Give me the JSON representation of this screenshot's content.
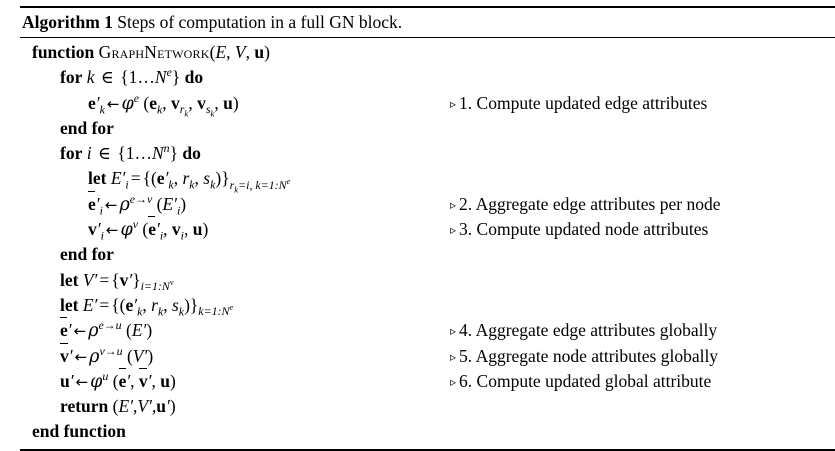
{
  "algorithm": {
    "label": "Algorithm 1",
    "caption": "Steps of computation in a full GN block.",
    "keywords": {
      "function": "function",
      "for": "for",
      "do": "do",
      "end_for": "end for",
      "end_function": "end function",
      "let": "let",
      "return": "return",
      "in": "∈",
      "assign": "←",
      "equals": "=",
      "triangle": "▹",
      "dots": "…"
    },
    "procedure": {
      "name": "GraphNetwork",
      "args": "(E, V, u)"
    },
    "lines": [
      {
        "id": "function-header",
        "text": "function GraphNetwork(E, V, u)",
        "comment": ""
      },
      {
        "id": "for-k",
        "text": "for k ∈ {1…Nᵉ} do",
        "comment": ""
      },
      {
        "id": "edge-update",
        "text": "e′ₖ ← φᵉ (eₖ, v_{rₖ}, v_{sₖ}, u)",
        "comment": "1. Compute updated edge attributes"
      },
      {
        "id": "end-for-k",
        "text": "end for",
        "comment": ""
      },
      {
        "id": "for-i",
        "text": "for i ∈ {1…Nⁿ} do",
        "comment": ""
      },
      {
        "id": "let-Ei",
        "text": "let E′ᵢ = {(e′ₖ, rₖ, sₖ)}_{rₖ=i, k=1:Nᵉ}",
        "comment": ""
      },
      {
        "id": "edge-aggregate-node",
        "text": "ē′ᵢ ← ρᵉ→ᵛ (E′ᵢ)",
        "comment": "2. Aggregate edge attributes per node"
      },
      {
        "id": "node-update",
        "text": "v′ᵢ ← φᵛ (ē′ᵢ, vᵢ, u)",
        "comment": "3. Compute updated node attributes"
      },
      {
        "id": "end-for-i",
        "text": "end for",
        "comment": ""
      },
      {
        "id": "let-V",
        "text": "let V′ = {v′}_{i=1:Nᵛ}",
        "comment": ""
      },
      {
        "id": "let-E",
        "text": "let E′ = {(e′ₖ, rₖ, sₖ)}_{k=1:Nᵉ}",
        "comment": ""
      },
      {
        "id": "edge-aggregate-global",
        "text": "ē′ ← ρᵉ→ᵘ (E′)",
        "comment": "4. Aggregate edge attributes globally"
      },
      {
        "id": "node-aggregate-global",
        "text": "v̄′ ← ρᵛ→ᵘ (V′)",
        "comment": "5. Aggregate node attributes globally"
      },
      {
        "id": "global-update",
        "text": "u′ ← φᵘ (ē′, v̄′, u)",
        "comment": "6. Compute updated global attribute"
      },
      {
        "id": "return",
        "text": "return (E′, V′, u′)",
        "comment": ""
      },
      {
        "id": "end-function",
        "text": "end function",
        "comment": ""
      }
    ],
    "comments": [
      "1. Compute updated edge attributes",
      "2. Aggregate edge attributes per node",
      "3. Compute updated node attributes",
      "4. Aggregate edge attributes globally",
      "5. Aggregate node attributes globally",
      "6. Compute updated global attribute"
    ],
    "symbols": {
      "phi": "φ",
      "rho": "ρ",
      "to": "→",
      "E": "E",
      "V": "V",
      "u": "u",
      "e": "e",
      "v": "v",
      "k": "k",
      "i": "i",
      "r": "r",
      "s": "s",
      "N_e": "Nᵉ",
      "N_n": "Nⁿ",
      "N_v": "Nᵛ"
    },
    "colors": {
      "text": "#000000",
      "background": "#ffffff",
      "rule": "#000000"
    }
  }
}
